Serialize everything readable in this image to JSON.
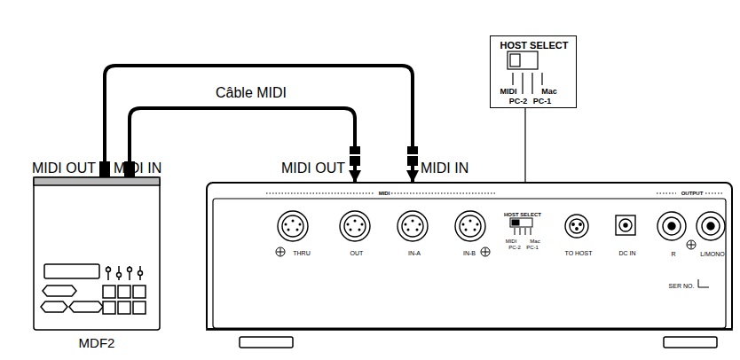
{
  "diagram": {
    "nodes": [
      {
        "text": [
          "MDF2"
        ]
      },
      {
        "text": [
          "MIDI",
          "THRU",
          "OUT",
          "IN-A",
          "IN-B",
          "HOST SELECT",
          "MIDI",
          "PC-2",
          "PC-1",
          "Mac",
          "TO HOST",
          "DC IN",
          "OUTPUT",
          "R",
          "L/MONO",
          "SER NO."
        ]
      },
      {
        "text": [
          "HOST SELECT",
          "MIDI",
          "PC-2",
          "Mac",
          "PC-1"
        ]
      }
    ],
    "edges": [
      {
        "from": 0,
        "to": 1,
        "arrow": "to"
      },
      {
        "from": 0,
        "to": 1,
        "label": "Câble MIDI",
        "arrow": "to"
      },
      {
        "from": 2,
        "to": 1,
        "arrow": "none"
      }
    ],
    "labels": [
      "MIDI OUT",
      "MIDI IN",
      "MIDI OUT",
      "MIDI IN"
    ]
  }
}
